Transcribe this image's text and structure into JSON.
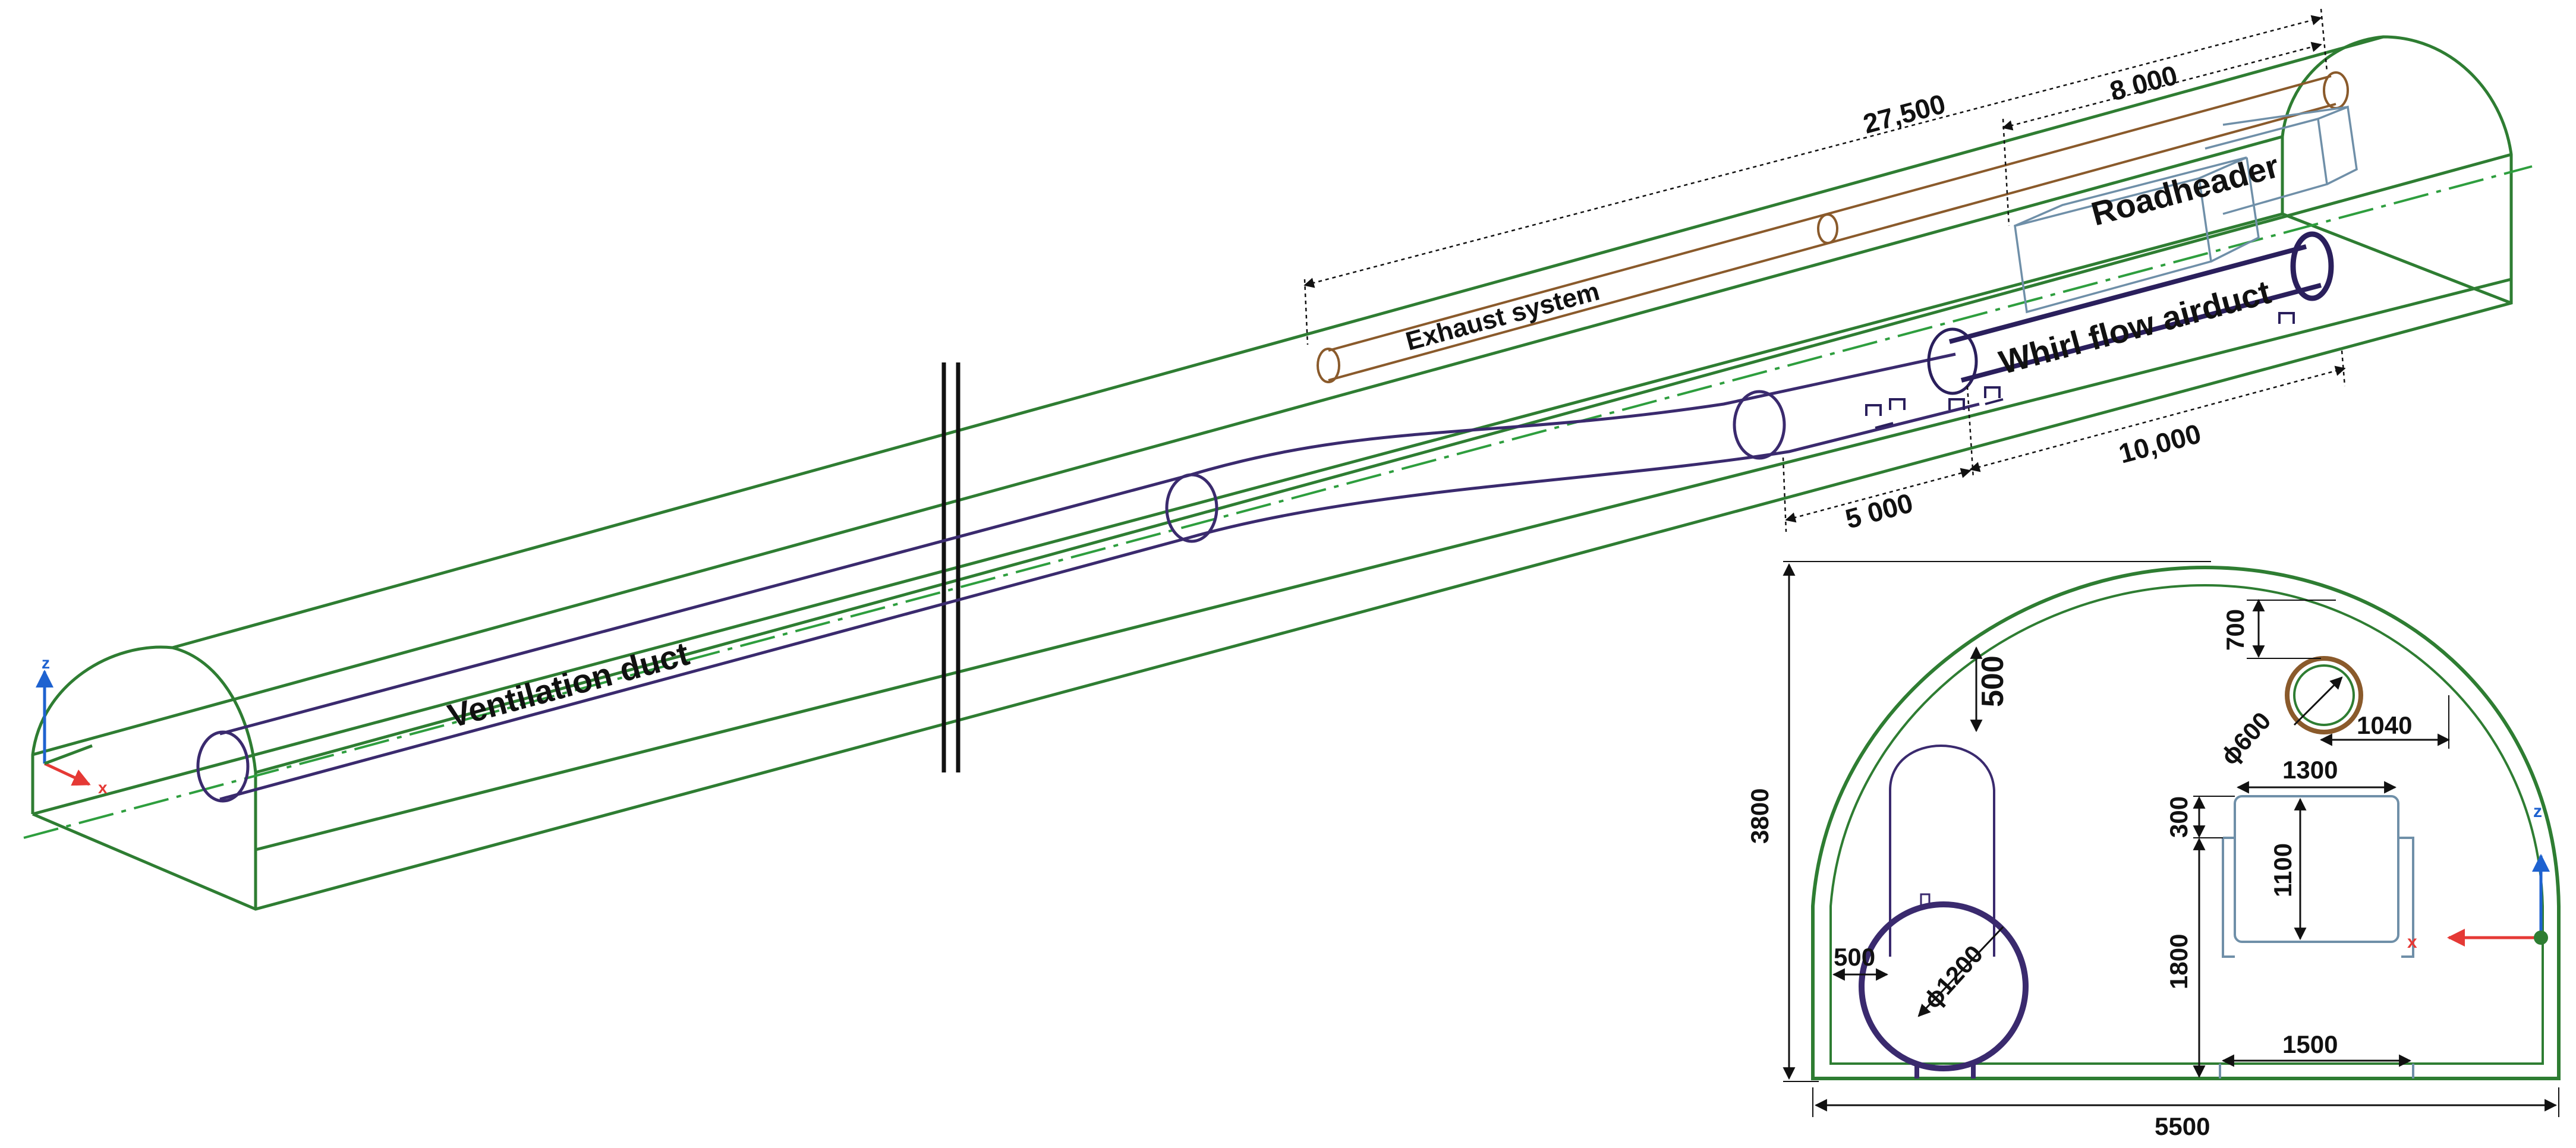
{
  "diagram": {
    "labels": {
      "ventilation_duct": "Ventilation duct",
      "exhaust_system": "Exhaust system",
      "roadheader": "Roadheader",
      "whirl_flow_airduct": "Whirl flow airduct"
    },
    "dimensions_3d": {
      "total_length": "27,500",
      "roadheader_length": "8 000",
      "whirl_duct_length": "10,000",
      "duct_offset": "5 000"
    },
    "cross_section": {
      "height": "3800",
      "width": "5500",
      "duct_top_clearance": "500",
      "duct_side_clearance": "500",
      "duct_diameter": "ϕ1200",
      "exhaust_top": "700",
      "exhaust_side": "1040",
      "exhaust_diameter": "ϕ600",
      "roadheader_width": "1300",
      "roadheader_top_gap": "300",
      "roadheader_height": "1100",
      "roadheader_base_height": "1800",
      "roadheader_base_width": "1500"
    },
    "axes": {
      "z": "z",
      "x": "x"
    },
    "colors": {
      "tunnel": "#2e7d32",
      "duct": "#3a2a6e",
      "exhaust": "#8a5a2b",
      "roadheader": "#6f8fa8",
      "centerline": "#2e9e3e",
      "axis_x": "#e53935",
      "axis_z": "#1e62d0",
      "dimension": "#111111"
    }
  }
}
